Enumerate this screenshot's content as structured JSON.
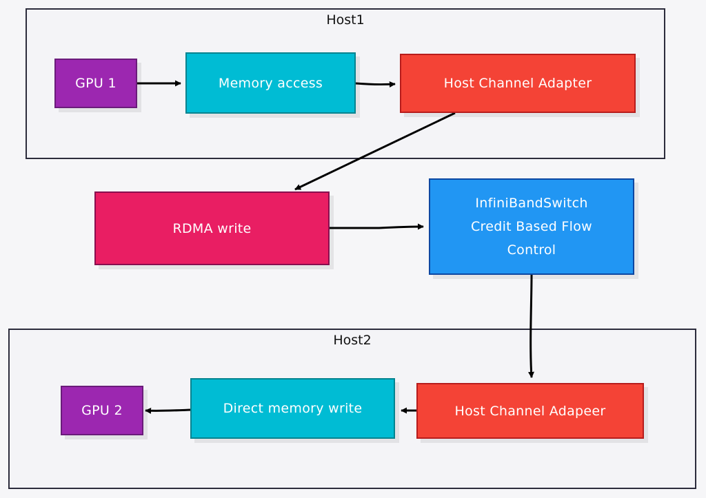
{
  "diagram": {
    "groups": {
      "host1": {
        "title": "Host1"
      },
      "host2": {
        "title": "Host2"
      }
    },
    "nodes": {
      "gpu1": {
        "label": "GPU 1"
      },
      "memory_access": {
        "label": "Memory access"
      },
      "hca1": {
        "label": "Host Channel Adapter"
      },
      "rdma": {
        "label": "RDMA write"
      },
      "switch": {
        "label": "InfiniBandSwitch\nCredit Based Flow\nControl"
      },
      "hca2": {
        "label": "Host Channel Adapeer"
      },
      "dmw": {
        "label": "Direct memory write"
      },
      "gpu2": {
        "label": "GPU 2"
      }
    },
    "colors": {
      "gpu": "#9c27b0",
      "memory": "#00bcd4",
      "hca": "#f44336",
      "rdma": "#e91e63",
      "switch": "#2196f3",
      "edge": "#000000"
    },
    "edges": [
      {
        "from": "gpu1",
        "to": "memory_access"
      },
      {
        "from": "memory_access",
        "to": "hca1"
      },
      {
        "from": "hca1",
        "to": "rdma"
      },
      {
        "from": "rdma",
        "to": "switch"
      },
      {
        "from": "switch",
        "to": "hca2"
      },
      {
        "from": "hca2",
        "to": "dmw"
      },
      {
        "from": "dmw",
        "to": "gpu2"
      }
    ]
  }
}
